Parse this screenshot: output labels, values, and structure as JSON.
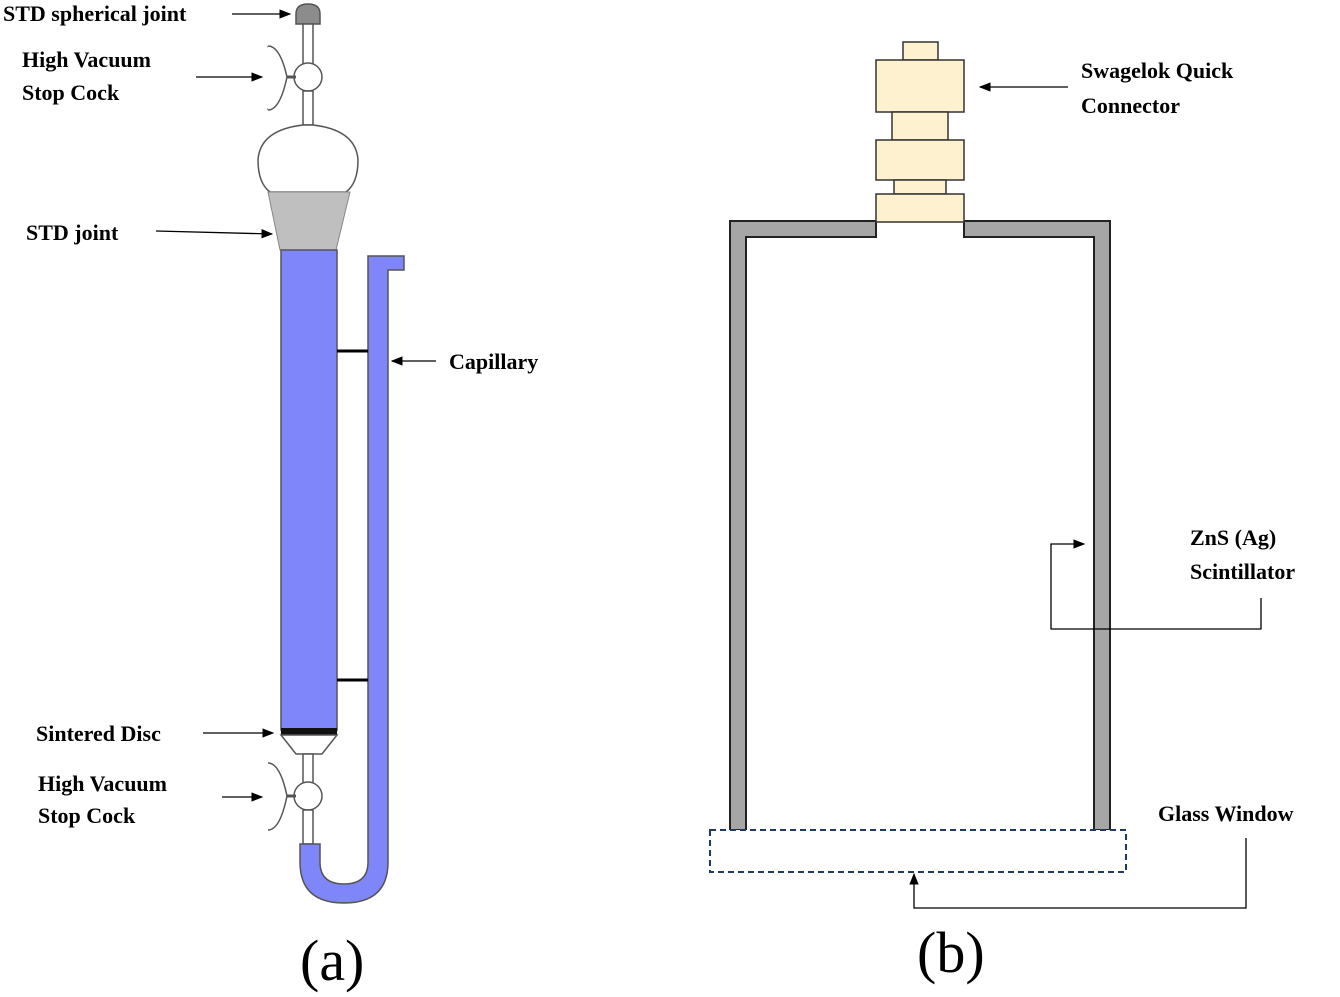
{
  "panel_a": {
    "caption": "(a)",
    "labels": {
      "spherical_joint": "STD spherical joint",
      "stopcock_top_l1": "High Vacuum",
      "stopcock_top_l2": "Stop Cock",
      "std_joint": "STD joint",
      "capillary": "Capillary",
      "sintered_disc": "Sintered Disc",
      "stopcock_bottom_l1": "High Vacuum",
      "stopcock_bottom_l2": "Stop Cock"
    },
    "colors": {
      "column": "#7f86fa",
      "joint": "#bfbfbf",
      "knob": "#9a9a9a"
    }
  },
  "panel_b": {
    "caption": "(b)",
    "labels": {
      "connector_l1": "Swagelok Quick",
      "connector_l2": "Connector",
      "scintillator_l1": "ZnS (Ag)",
      "scintillator_l2": "Scintillator",
      "glass_window": "Glass Window"
    },
    "colors": {
      "wall": "#a6a6a6",
      "connector": "#fdf1cf",
      "window_border": "#1f3864"
    }
  }
}
